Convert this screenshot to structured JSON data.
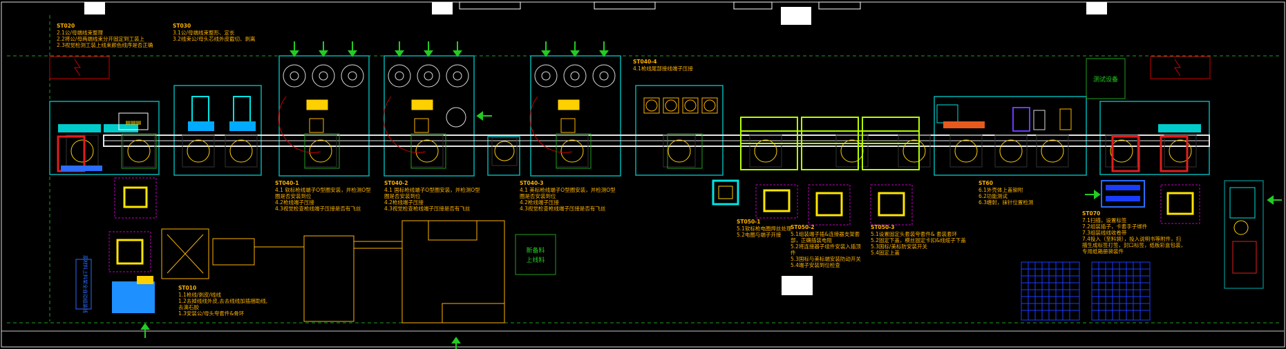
{
  "colors": {
    "background": "#000000",
    "station_frame": "#00b3b3",
    "conveyor": "#e6e6e6",
    "annotation": "#ffb300",
    "dashed_guide": "#1fa01f",
    "alert_box": "#cc0000",
    "fixture": "#c000c0",
    "lime_frame": "#b6ff00",
    "blue_grid": "#1a3cff",
    "arrow": "#22cc22"
  },
  "stations": [
    {
      "id": "ST020",
      "lines": [
        "2.1公/母端线束整理",
        "2.2将公/母两端线束分开固定到工装上",
        "2.3视觉检测工装上线束颜色线序是否正确"
      ]
    },
    {
      "id": "ST030",
      "lines": [
        "3.1公/母端线束整形、定长",
        "3.2线束公/母头芯线外皮截切、剥离"
      ]
    },
    {
      "id": "ST040-4",
      "lines": [
        "4.1枪线尾部接线端子压接"
      ]
    },
    {
      "id": "ST040-1",
      "lines": [
        "4.1 软标枪线端子O型圈安装，并检测O型",
        "圈是否安装到位",
        "4.2枪线端子压接",
        "4.3视觉检查枪线端子压接是否有飞丝"
      ]
    },
    {
      "id": "ST040-2",
      "lines": [
        "4.1 国标枪线端子O型圈安装，并检测O型",
        "圈是否安装到位",
        "4.2枪线端子压接",
        "4.3视觉检查枪线端子压接是否有飞丝"
      ]
    },
    {
      "id": "ST040-3",
      "lines": [
        "4.1 美标枪线端子O型圈安装，并检测O型",
        "圈是否安装到位",
        "4.2枪线端子压接",
        "4.3视觉检查枪线端子压接是否有飞丝"
      ]
    },
    {
      "id": "ST050-1",
      "lines": [
        "5.1软标枪电圈焊丝处理",
        "5.2电圈与端子开接"
      ]
    },
    {
      "id": "ST050-2",
      "lines": [
        "5.1组装端子插&连接器支架套",
        "部，正确插装电阻",
        "5.2将连接器子组件安装入插顶",
        "件",
        "5.3国标与美标端安装防动开关",
        "5.4端子安装到位检查"
      ]
    },
    {
      "id": "ST050-3",
      "lines": [
        "5.1设置固定头套装夸套件& 套装套环",
        "5.2固定下盖，模丝固定卡扣&线缆子下盖",
        "5.3国标/美标防安装开关",
        "5.4固定上盖"
      ]
    },
    {
      "id": "ST60",
      "lines": [
        "6.1外壳体上盖铆附",
        "6.2功能测试",
        "6.3缠射，抹针位置检测"
      ]
    },
    {
      "id": "ST070",
      "lines": [
        "7.1扫描，设置标签",
        "7.2组装插子，卡套手子绑件",
        "7.3组装线线收卷带",
        "7.4投入（至料袋），投入说明书等附件，扫",
        "描生成标签打签，封口标签，纸板彩盒包装，",
        "专用纸箱册袋装件"
      ]
    },
    {
      "id": "ST010",
      "lines": [
        "1.1枪线/剥皮/线线",
        "1.2去掉线线外皮,去去线线加插捆助线,",
        "去滴石胶",
        "1.3安装公/母头夸套件&骨环"
      ]
    }
  ],
  "labels": {
    "test_equipment": "测试设备",
    "loading_unloading_top": "新备料",
    "loading_unloading_bottom": "上线料",
    "side_cabinet": "原材料上料架全自动组装线"
  }
}
